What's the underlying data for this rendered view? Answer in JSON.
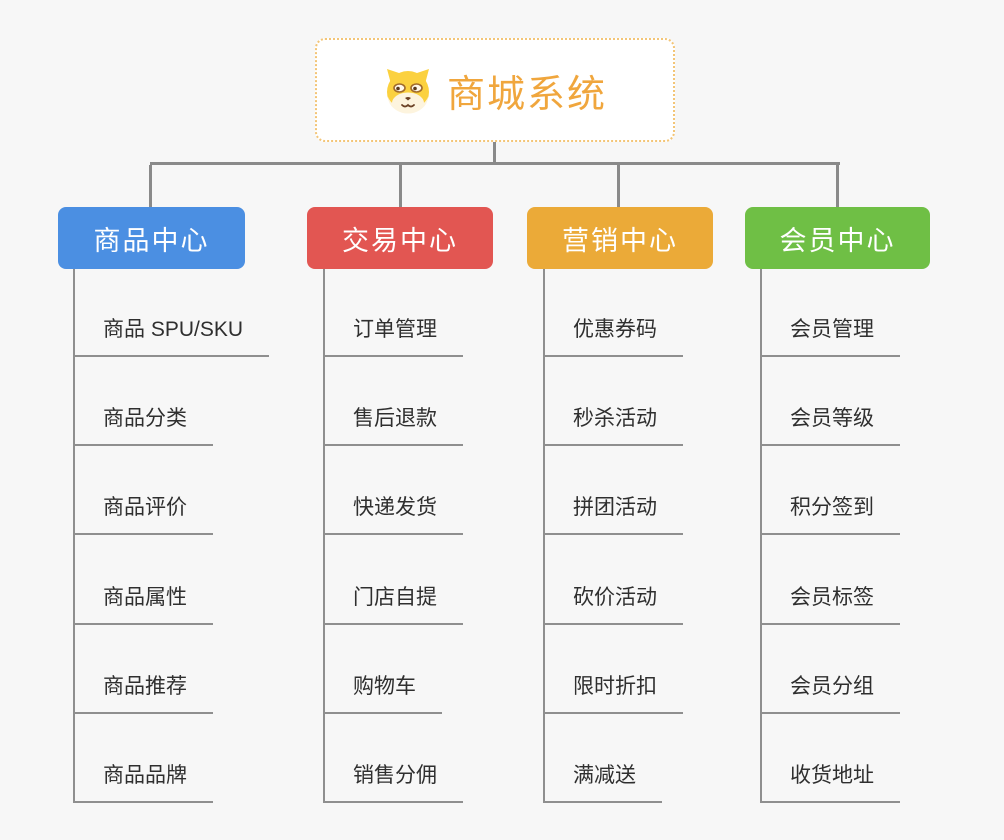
{
  "diagram": {
    "root": {
      "title": "商城系统",
      "icon": "dog-face-icon"
    },
    "branches": [
      {
        "label": "商品中心",
        "color": "#4b8fe2",
        "children": [
          "商品 SPU/SKU",
          "商品分类",
          "商品评价",
          "商品属性",
          "商品推荐",
          "商品品牌"
        ]
      },
      {
        "label": "交易中心",
        "color": "#e25652",
        "children": [
          "订单管理",
          "售后退款",
          "快递发货",
          "门店自提",
          "购物车",
          "销售分佣"
        ]
      },
      {
        "label": "营销中心",
        "color": "#ebaa38",
        "children": [
          "优惠券码",
          "秒杀活动",
          "拼团活动",
          "砍价活动",
          "限时折扣",
          "满减送"
        ]
      },
      {
        "label": "会员中心",
        "color": "#6fbf45",
        "children": [
          "会员管理",
          "会员等级",
          "积分签到",
          "会员标签",
          "会员分组",
          "收货地址"
        ]
      }
    ],
    "colors": {
      "background": "#f7f7f7",
      "root_text": "#f0a63d",
      "root_border": "#f3c577",
      "connector": "#8a8a8a",
      "leaf_line": "#8f8f8f",
      "leaf_text": "#2f2f2f"
    }
  }
}
